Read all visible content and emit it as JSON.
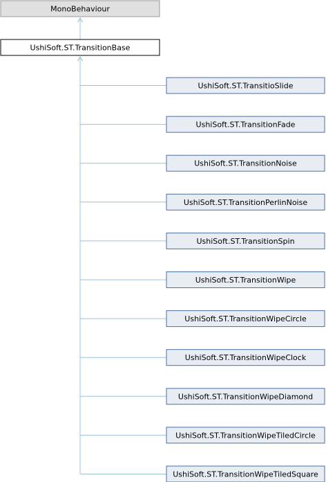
{
  "diagram": {
    "base_parent": {
      "label": "MonoBehaviour"
    },
    "base_class": {
      "label": "UshiSoft.ST.TransitionBase"
    },
    "derived_classes": [
      {
        "label": "UshiSoft.ST.TransitioSlide"
      },
      {
        "label": "UshiSoft.ST.TransitionFade"
      },
      {
        "label": "UshiSoft.ST.TransitionNoise"
      },
      {
        "label": "UshiSoft.ST.TransitionPerlinNoise"
      },
      {
        "label": "UshiSoft.ST.TransitionSpin"
      },
      {
        "label": "UshiSoft.ST.TransitionWipe"
      },
      {
        "label": "UshiSoft.ST.TransitionWipeCircle"
      },
      {
        "label": "UshiSoft.ST.TransitionWipeClock"
      },
      {
        "label": "UshiSoft.ST.TransitionWipeDiamond"
      },
      {
        "label": "UshiSoft.ST.TransitionWipeTiledCircle"
      },
      {
        "label": "UshiSoft.ST.TransitionWipeTiledSquare"
      }
    ],
    "colors": {
      "grey_box_fill": "#e0e0e0",
      "grey_box_stroke": "#999999",
      "base_box_fill": "#ffffff",
      "base_box_stroke": "#000000",
      "derived_box_fill": "#e8edf3",
      "derived_box_stroke": "#4a6fa5",
      "connector": "#9cc3d8"
    }
  }
}
